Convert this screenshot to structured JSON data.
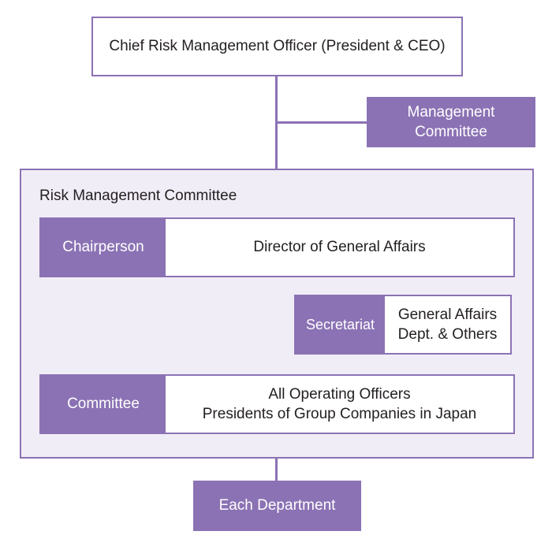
{
  "top": {
    "label": "Chief Risk Management Officer (President & CEO)"
  },
  "management_committee": {
    "line1": "Management",
    "line2": "Committee"
  },
  "risk_management_committee": {
    "title": "Risk Management Committee",
    "chairperson": {
      "label": "Chairperson",
      "value": "Director of General Affairs"
    },
    "secretariat": {
      "label": "Secretariat",
      "value_line1": "General Affairs",
      "value_line2": "Dept. & Others"
    },
    "committee": {
      "label": "Committee",
      "value_line1": "All Operating Officers",
      "value_line2": "Presidents of Group Companies in Japan"
    }
  },
  "bottom": {
    "label": "Each Department"
  },
  "colors": {
    "accent": "#8b72b4",
    "panel_background": "#f1edf7",
    "text": "#231f20"
  }
}
